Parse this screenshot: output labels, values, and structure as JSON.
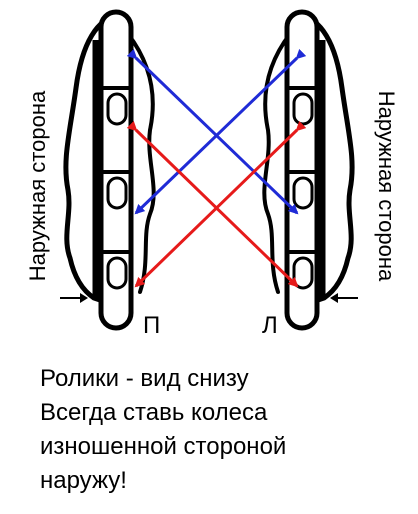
{
  "labels": {
    "outer_side_left": "Наружная сторона",
    "outer_side_right": "Наружная сторона",
    "skate_left": "П",
    "skate_right": "Л"
  },
  "caption": {
    "line1": "Ролики - вид снизу",
    "line2": "Всегда ставь колеса",
    "line3": "изношенной стороной",
    "line4": "наружу!"
  },
  "colors": {
    "line": "#000000",
    "blue_arrow": "#1f2bd6",
    "red_arrow": "#e61a1a"
  }
}
